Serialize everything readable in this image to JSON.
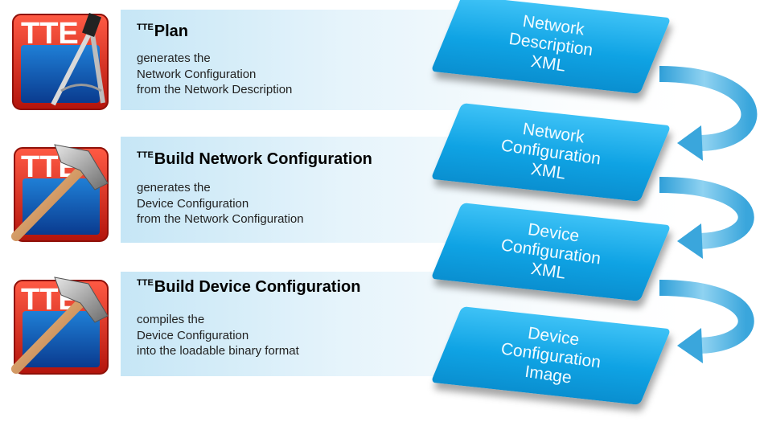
{
  "tools": [
    {
      "sup": "TTE",
      "name": "Plan",
      "lines": [
        "generates the",
        "Network Configuration",
        "from the Network Description"
      ],
      "icon": "tte-plan-compass-icon"
    },
    {
      "sup": "TTE",
      "name": "Build Network Configuration",
      "lines": [
        "generates the",
        "Device Configuration",
        "from the Network Configuration"
      ],
      "icon": "tte-build-hammer-icon"
    },
    {
      "sup": "TTE",
      "name": "Build Device Configuration",
      "lines": [
        "compiles the",
        "Device Configuration",
        "into the loadable binary format"
      ],
      "icon": "tte-build-hammer-icon"
    }
  ],
  "icon_logo_text": "TTE",
  "artifacts": [
    {
      "lines": [
        "Network",
        "Description",
        "XML"
      ]
    },
    {
      "lines": [
        "Network",
        "Configuration",
        "XML"
      ]
    },
    {
      "lines": [
        "Device",
        "Configuration",
        "XML"
      ]
    },
    {
      "lines": [
        "Device",
        "Configuration",
        "Image"
      ]
    }
  ],
  "colors": {
    "card_blue": "#11a8e8",
    "arrow_blue": "#5ab7e3",
    "icon_red": "#d5271c"
  }
}
